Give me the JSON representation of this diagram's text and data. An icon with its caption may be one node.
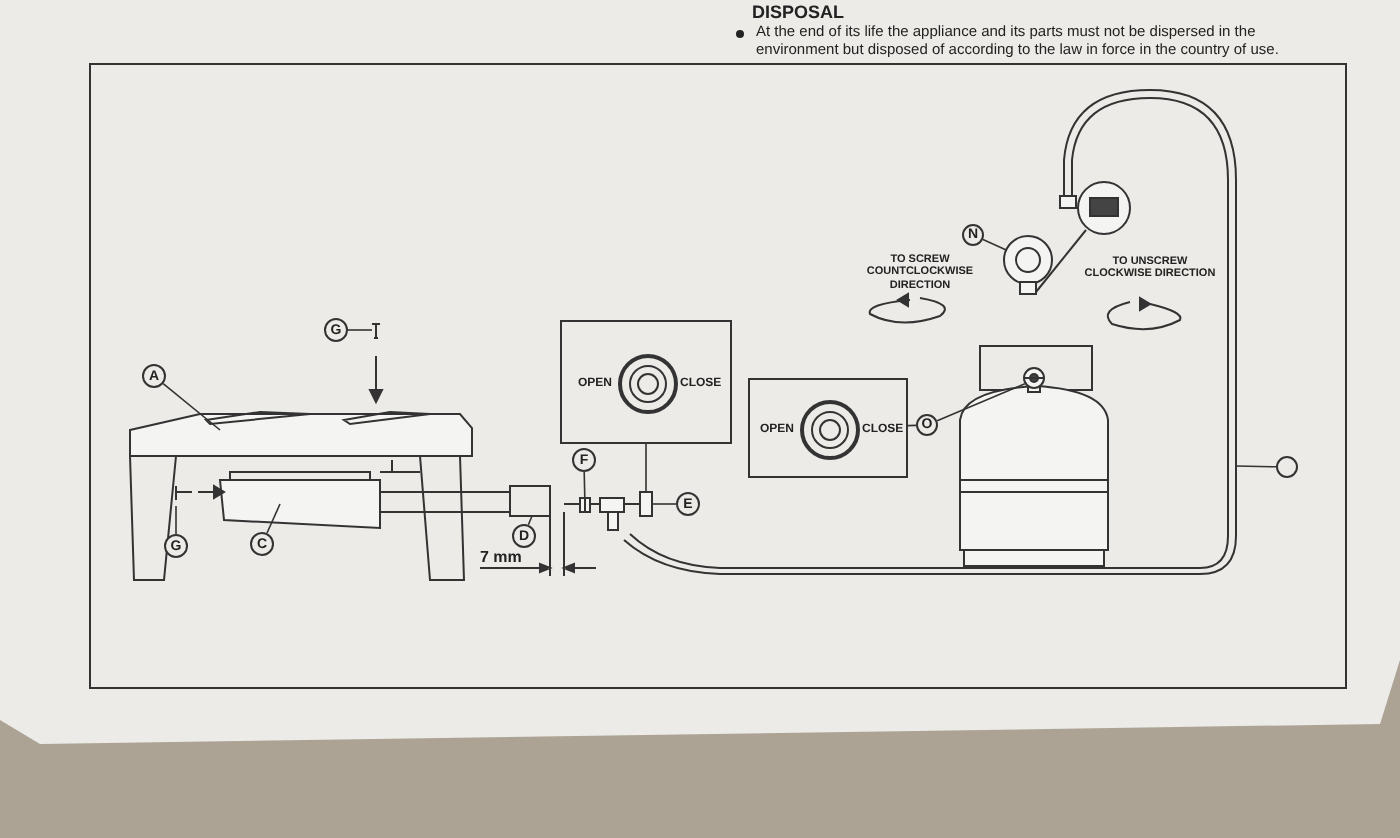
{
  "diagram": {
    "nodes": [
      {
        "text": [
          "A"
        ]
      },
      {
        "text": [
          "G"
        ]
      },
      {
        "text": [
          "G"
        ]
      },
      {
        "text": [
          "C"
        ]
      },
      {
        "text": [
          "D"
        ]
      },
      {
        "text": [
          "F"
        ]
      },
      {
        "text": [
          "E"
        ]
      },
      {
        "text": [
          "OPEN",
          "CLOSE"
        ]
      },
      {
        "text": [
          "OPEN",
          "CLOSE"
        ]
      },
      {
        "text": [
          "O"
        ]
      },
      {
        "text": [
          "N"
        ]
      },
      {
        "text": [],
        "shape": "circle"
      },
      {
        "text": [],
        "shape": "picture"
      },
      {
        "text": [],
        "shape": "picture"
      },
      {
        "text": [],
        "shape": "picture"
      },
      {
        "text": [],
        "shape": "picture"
      }
    ],
    "edges": [
      {
        "from": 0,
        "to": null,
        "arrow": "none"
      },
      {
        "from": 1,
        "to": null,
        "arrow": "none"
      },
      {
        "from": 2,
        "to": null,
        "arrow": "none"
      },
      {
        "from": 3,
        "to": null,
        "arrow": "none"
      },
      {
        "from": 4,
        "to": null,
        "arrow": "none"
      },
      {
        "from": 5,
        "to": 15,
        "arrow": "none"
      },
      {
        "from": 6,
        "to": 12,
        "arrow": "none"
      },
      {
        "from": 7,
        "to": 12,
        "arrow": "none"
      },
      {
        "from": 8,
        "to": 9,
        "arrow": "none"
      },
      {
        "from": 9,
        "to": 13,
        "arrow": "none"
      },
      {
        "from": 10,
        "to": 14,
        "arrow": "none"
      },
      {
        "from": 11,
        "to": null,
        "arrow": "none"
      }
    ],
    "labels": [
      "DISPOSAL",
      "At the end of its life the appliance and its parts must not be dispersed in the environment but disposed of according to the law in force in the country of use.",
      "TO SCREW COUNTCLOCKWISE DIRECTION",
      "TO UNSCREW CLOCKWISE DIRECTION",
      "7 mm"
    ]
  }
}
